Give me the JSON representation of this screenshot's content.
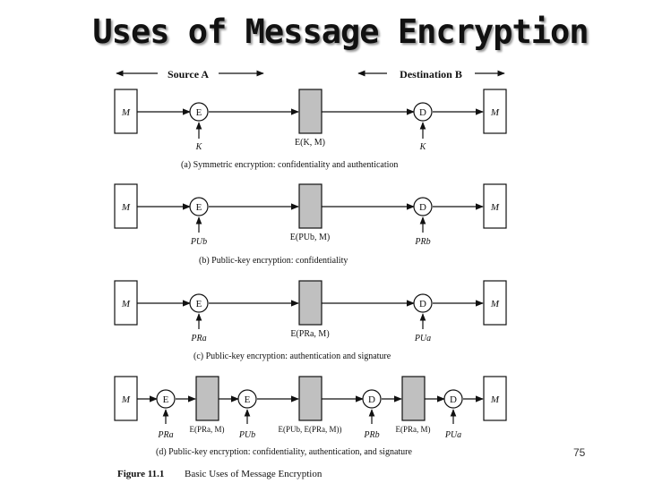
{
  "slide": {
    "title": "Uses of Message Encryption",
    "page_number": "75"
  },
  "figure": {
    "source_label": "Source A",
    "destination_label": "Destination B",
    "caption_number": "Figure 11.1",
    "caption_text": "Basic Uses of Message Encryption",
    "panels": [
      {
        "message_left": "M",
        "message_right": "M",
        "encrypt_label": "E",
        "decrypt_label": "D",
        "key_left": "K",
        "key_right": "K",
        "ciphertext_label": "E(K, M)",
        "caption": "(a) Symmetric encryption: confidentiality and authentication"
      },
      {
        "message_left": "M",
        "message_right": "M",
        "encrypt_label": "E",
        "decrypt_label": "D",
        "key_left": "PUb",
        "key_right": "PRb",
        "ciphertext_label": "E(PUb, M)",
        "caption": "(b) Public-key encryption: confidentiality"
      },
      {
        "message_left": "M",
        "message_right": "M",
        "encrypt_label": "E",
        "decrypt_label": "D",
        "key_left": "PRa",
        "key_right": "PUa",
        "ciphertext_label": "E(PRa, M)",
        "caption": "(c) Public-key encryption: authentication and signature"
      },
      {
        "message_left": "M",
        "message_right": "M",
        "ops": [
          "E",
          "E",
          "D",
          "D"
        ],
        "keys": [
          "PRa",
          "PUb",
          "PRb",
          "PUa"
        ],
        "cipher_labels": [
          "E(PRa, M)",
          "E(PUb, E(PRa, M))",
          "E(PRa, M)"
        ],
        "caption": "(d) Public-key encryption: confidentiality, authentication, and signature"
      }
    ]
  }
}
